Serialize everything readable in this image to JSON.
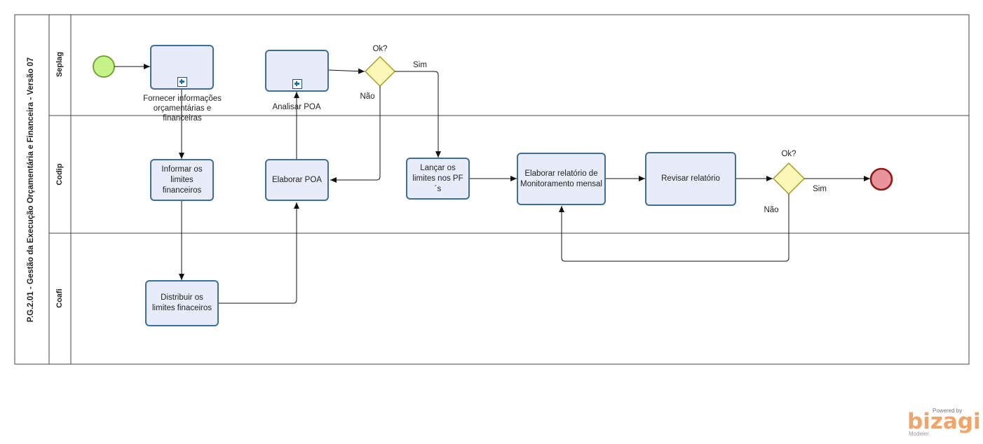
{
  "pool": {
    "title": "P.G.2.01 - Gestão da Execução Orçamentária e Financeira - Versão 07"
  },
  "lanes": [
    "Seplag",
    "Codip",
    "Coafi"
  ],
  "tasks": {
    "fornecer": "Fornecer informações orçamentárias e financeiras",
    "analisar": "Analisar POA",
    "informar": "Informar os limites financeiros",
    "elaborar_poa": "Elaborar POA",
    "lancar": "Lançar os limites nos PF´s",
    "elaborar_rel": "Elaborar relatório de Monitoramento mensal",
    "revisar": "Revisar relatório",
    "distribuir": "Distribuir os limites finaceiros"
  },
  "gateways": {
    "g1": {
      "label": "Ok?",
      "yes": "Sim",
      "no": "Não"
    },
    "g2": {
      "label": "Ok?",
      "yes": "Sim",
      "no": "Não"
    }
  },
  "colors": {
    "start": "#c6f28a",
    "end": "#e8949a",
    "gateway": "#fbf7b6",
    "task_fill": "#e8ecfa",
    "task_border": "#3f6e96"
  },
  "branding": {
    "powered": "Powered by",
    "logo": "bizagi",
    "product": "Modeler"
  }
}
